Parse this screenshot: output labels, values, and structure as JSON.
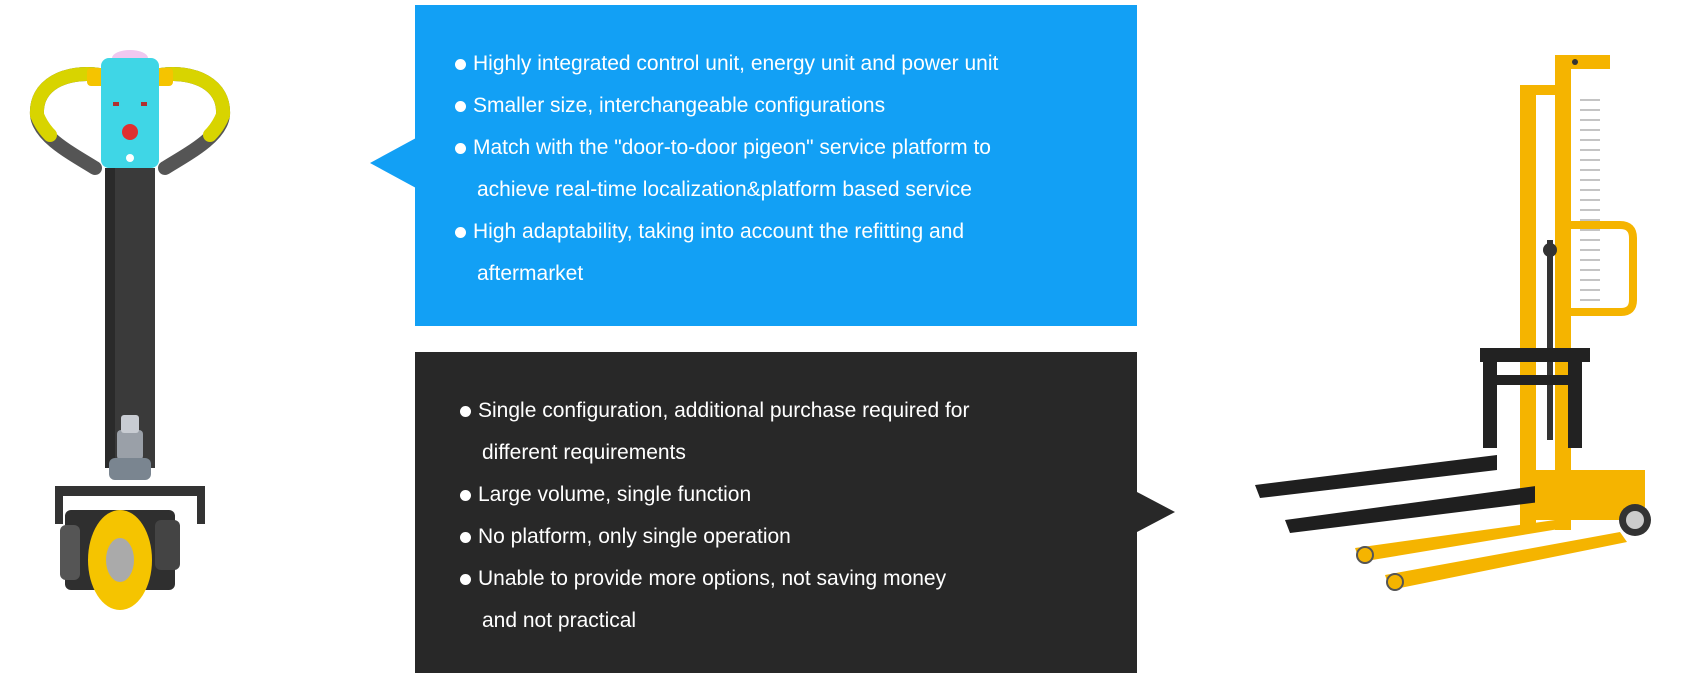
{
  "advantages": {
    "items": [
      {
        "lines": [
          "Highly integrated control unit, energy unit and power unit"
        ]
      },
      {
        "lines": [
          "Smaller size, interchangeable configurations"
        ]
      },
      {
        "lines": [
          "Match with the \"door-to-door pigeon\" service platform to",
          "achieve real-time localization&platform based service"
        ]
      },
      {
        "lines": [
          "High adaptability, taking into account the refitting and",
          "aftermarket"
        ]
      }
    ]
  },
  "disadvantages": {
    "items": [
      {
        "lines": [
          "Single configuration, additional purchase required for",
          "different requirements"
        ]
      },
      {
        "lines": [
          "Large volume, single function"
        ]
      },
      {
        "lines": [
          "No platform, only single operation"
        ]
      },
      {
        "lines": [
          "Unable to provide more options, not saving money",
          "and not practical"
        ]
      }
    ]
  },
  "colors": {
    "advantages_panel": "#12a0f5",
    "disadvantages_panel": "#282828",
    "forklift_yellow": "#f5b400",
    "handle_cyan": "#3fd6e6"
  },
  "icons": {
    "left_product": "electric-drive-unit-illustration",
    "right_product": "manual-stacker-forklift-illustration"
  }
}
